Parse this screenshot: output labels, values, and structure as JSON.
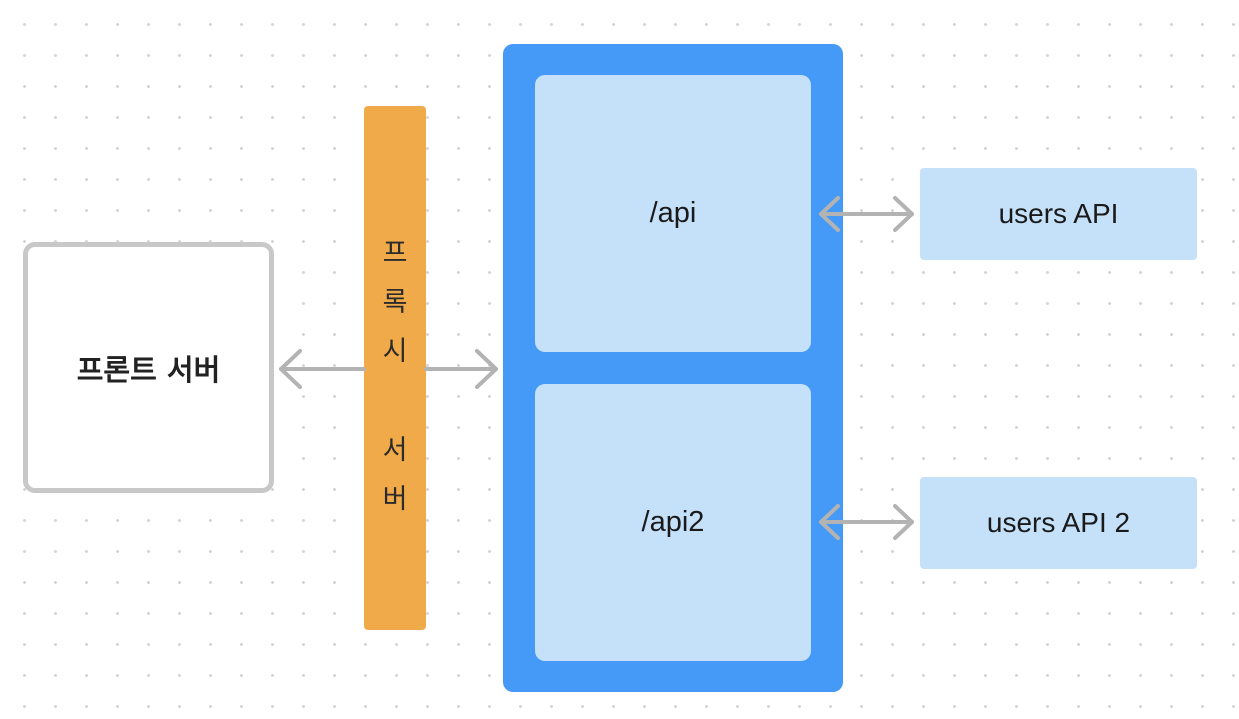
{
  "diagram": {
    "front_server": {
      "label": "프론트 서버"
    },
    "proxy_server": {
      "chars": [
        "프",
        "록",
        "시",
        "",
        "서",
        "버"
      ]
    },
    "routes": [
      {
        "path": "/api"
      },
      {
        "path": "/api2"
      }
    ],
    "external_apis": [
      {
        "label": "users API"
      },
      {
        "label": "users API 2"
      }
    ],
    "colors": {
      "proxy": "#f0aa49",
      "container": "#4599f7",
      "panel": "#c5e1fa",
      "arrow": "#b3b3b3",
      "front_border": "#c8c8c8"
    }
  }
}
